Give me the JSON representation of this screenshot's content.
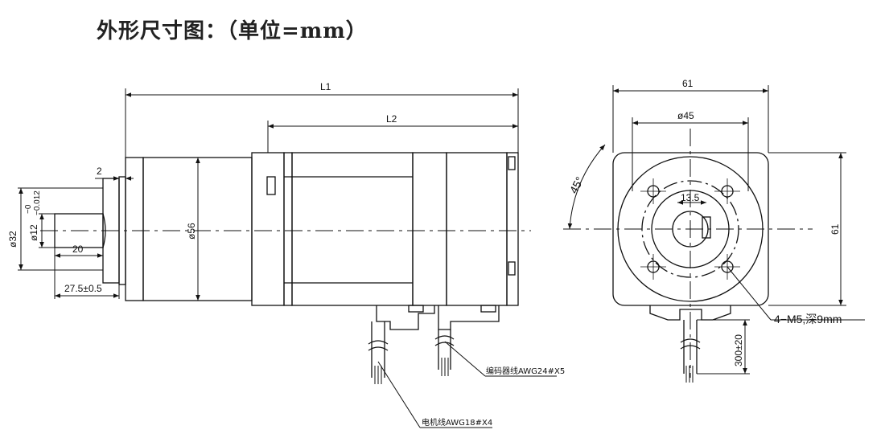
{
  "title": "外形尺寸图：（单位=mm）",
  "side_view": {
    "L1": "L1",
    "L2": "L2",
    "flange_thickness": "2",
    "shaft_dia": "ø32",
    "shaft_inner_dia": "ø12",
    "tol_upper": "−0",
    "tol_lower": "−0.012",
    "key_length": "20",
    "shaft_length": "27.5±0.5",
    "body_dia": "ø56"
  },
  "front_view": {
    "width_top": "61",
    "bolt_circle": "ø45",
    "angle": "45°",
    "center_dim": "13.5",
    "height_right": "61",
    "hole_spec": "4−M5,深9mm",
    "cable_length": "300±20"
  },
  "wires": {
    "encoder_wire": "编码器线AWG24#X5",
    "power_wire": "电机线AWG18#X4"
  }
}
